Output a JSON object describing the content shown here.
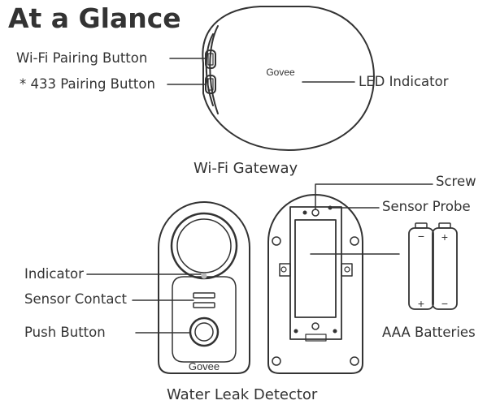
{
  "heading": "At a Glance",
  "gateway": {
    "caption": "Wi-Fi Gateway",
    "brand": "Govee",
    "labels": {
      "wifi_button": "Wi-Fi Pairing Button",
      "pairing_433": "* 433 Pairing Button",
      "led": "LED Indicator"
    }
  },
  "detector": {
    "caption": "Water Leak Detector",
    "brand": "Govee",
    "labels": {
      "indicator": "Indicator",
      "sensor_contact": "Sensor Contact",
      "push_button": "Push Button",
      "screw": "Screw",
      "sensor_probe": "Sensor Probe",
      "batteries": "AAA Batteries"
    }
  },
  "batteries": {
    "plus": "+",
    "minus": "−"
  },
  "colors": {
    "ink": "#333333",
    "light_gray": "#bbbbbb"
  }
}
